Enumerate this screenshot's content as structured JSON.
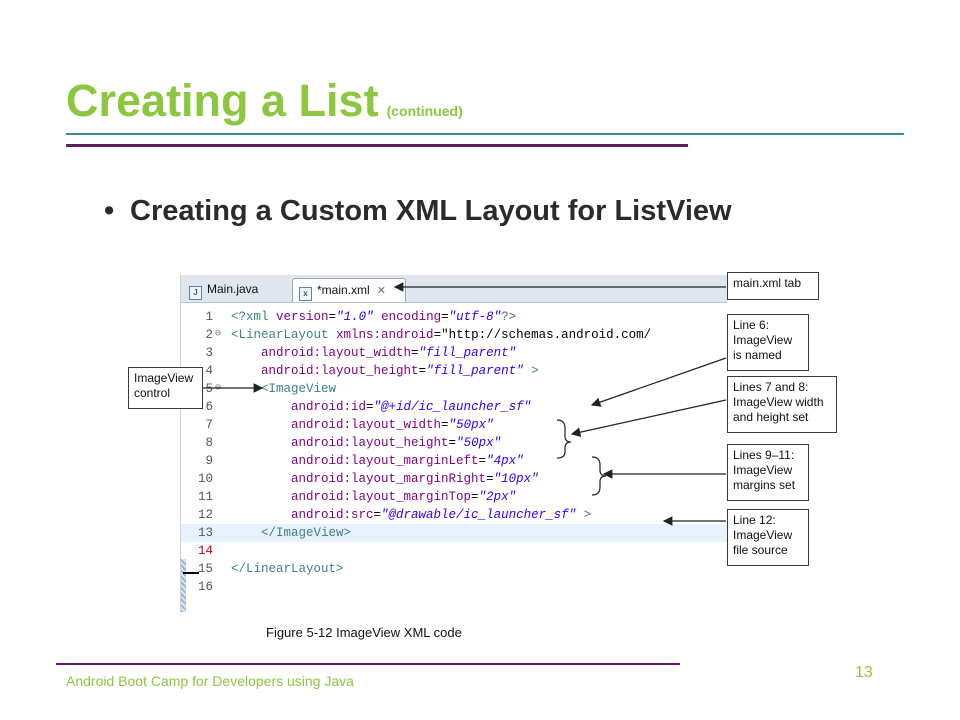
{
  "slide": {
    "title": "Creating a List",
    "title_suffix": "(continued)",
    "bullet": "Creating a Custom XML Layout for ListView",
    "caption": "Figure 5-12 ImageView XML code",
    "footer": "Android Boot Camp for Developers using Java",
    "page_number": "13",
    "colors": {
      "title": "#8dc63f",
      "rule": "#5b1f5e",
      "accent_rule": "#3b8c8a"
    }
  },
  "editor": {
    "tabs": [
      {
        "label": "Main.java",
        "icon": "java-file-icon"
      },
      {
        "label": "*main.xml",
        "icon": "xml-file-icon",
        "close": "✕"
      }
    ],
    "lines": [
      {
        "n": "1",
        "text": "<?xml version=\"1.0\" encoding=\"utf-8\"?>"
      },
      {
        "n": "2",
        "text": "<LinearLayout xmlns:android=\"http://schemas.android.com/"
      },
      {
        "n": "3",
        "text": "    android:layout_width=\"fill_parent\""
      },
      {
        "n": "4",
        "text": "    android:layout_height=\"fill_parent\" >"
      },
      {
        "n": "5",
        "text": "    <ImageView"
      },
      {
        "n": "6",
        "text": "        android:id=\"@+id/ic_launcher_sf\""
      },
      {
        "n": "7",
        "text": "        android:layout_width=\"50px\""
      },
      {
        "n": "8",
        "text": "        android:layout_height=\"50px\""
      },
      {
        "n": "9",
        "text": "        android:layout_marginLeft=\"4px\""
      },
      {
        "n": "10",
        "text": "        android:layout_marginRight=\"10px\""
      },
      {
        "n": "11",
        "text": "        android:layout_marginTop=\"2px\""
      },
      {
        "n": "12",
        "text": "        android:src=\"@drawable/ic_launcher_sf\" >"
      },
      {
        "n": "13",
        "text": "    </ImageView>"
      },
      {
        "n": "14",
        "text": ""
      },
      {
        "n": "15",
        "text": "</LinearLayout>"
      },
      {
        "n": "16",
        "text": ""
      }
    ]
  },
  "callouts": {
    "tab": "main.xml tab",
    "control": [
      "ImageView",
      "control"
    ],
    "line6": [
      "Line 6:",
      "ImageView",
      "is named"
    ],
    "lines78": [
      "Lines 7 and 8:",
      "ImageView width",
      "and height set"
    ],
    "lines911": [
      "Lines 9–11:",
      "ImageView",
      "margins set"
    ],
    "line12": [
      "Line 12:",
      "ImageView",
      "file source"
    ]
  }
}
